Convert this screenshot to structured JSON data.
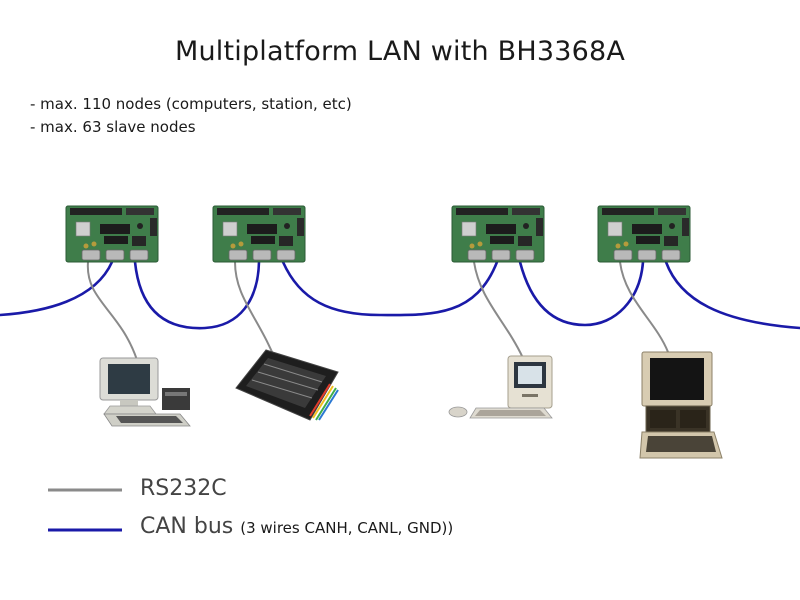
{
  "title": "Multiplatform LAN with BH3368A",
  "notes": [
    "- max. 110 nodes (computers, station, etc)",
    "- max. 63 slave nodes"
  ],
  "legend": {
    "rs232": {
      "label": "RS232C",
      "color": "#8a8a8a"
    },
    "can": {
      "label": "CAN bus",
      "detail": "(3 wires CANH, CANL, GND))",
      "color": "#1a1aa8"
    }
  },
  "colors": {
    "pcb": "#3f7d4a",
    "pcb_dark": "#2b5a35",
    "cable_rs232": "#8a8a8a",
    "cable_can": "#1a1aa8"
  },
  "nodes": [
    {
      "board": "bh3368a-board",
      "computer": "commodore-pc-icon"
    },
    {
      "board": "bh3368a-board",
      "computer": "zx-spectrum-icon"
    },
    {
      "board": "bh3368a-board",
      "computer": "macintosh-icon"
    },
    {
      "board": "bh3368a-board",
      "computer": "apple-ii-icon"
    }
  ]
}
